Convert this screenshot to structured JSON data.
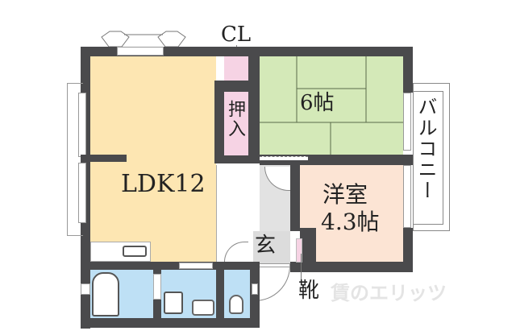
{
  "floorplan": {
    "rooms": {
      "ldk": {
        "label": "LDK12",
        "color": "#FDE6B2"
      },
      "closet": {
        "label": "CL",
        "color": "#F6D3E4"
      },
      "oshiire": {
        "label": "押入",
        "color": "#F6D3E4"
      },
      "washitsu": {
        "label": "6帖",
        "color": "#D4E9B8"
      },
      "youshitsu": {
        "label_line1": "洋室",
        "label_line2": "4.3帖",
        "color": "#FCE4D4"
      },
      "entrance": {
        "label": "玄",
        "color": "#DCDCDC"
      },
      "hall": {
        "color": "#E2E2E2"
      },
      "shoe_box": {
        "label": "靴",
        "color": "#F6D3E4"
      },
      "balcony": {
        "label": "バルコニー"
      },
      "bath": {
        "color": "#BEE0F5"
      },
      "washroom": {
        "color": "#BEE0F5"
      },
      "toilet": {
        "color": "#BEE0F5"
      }
    },
    "wall_color": "#4A4A4C",
    "watermark": "賃のエリッツ"
  }
}
